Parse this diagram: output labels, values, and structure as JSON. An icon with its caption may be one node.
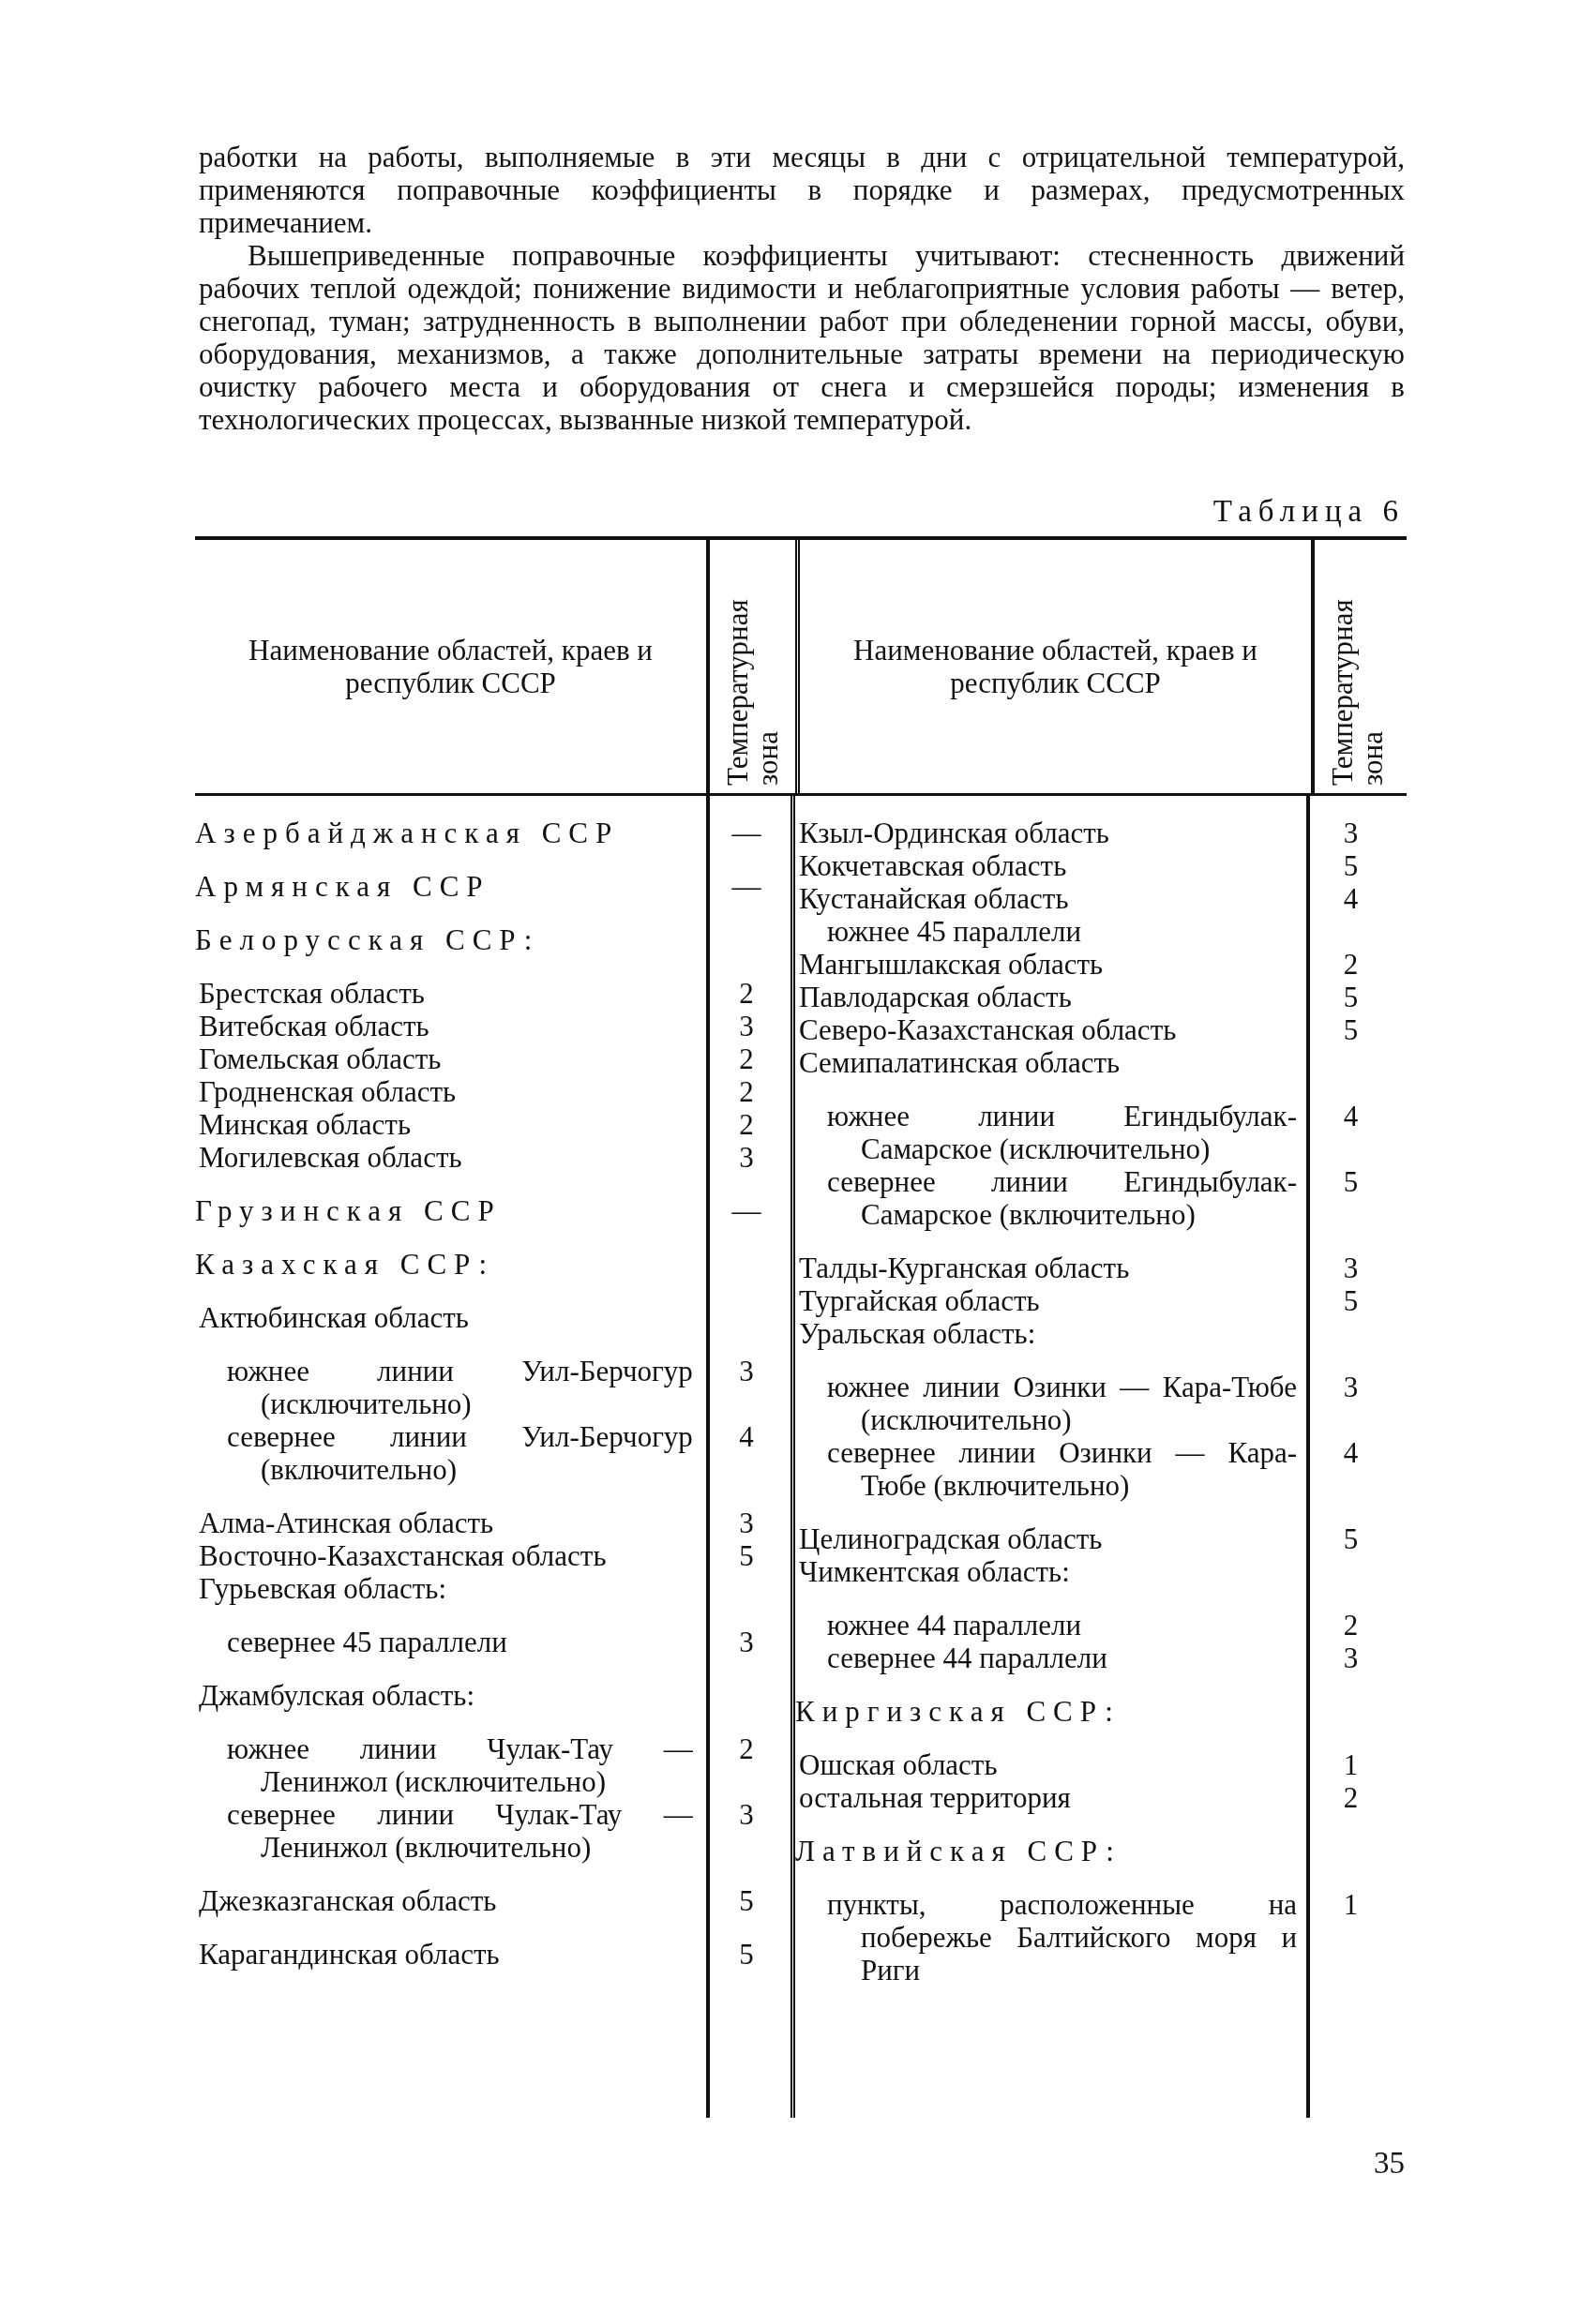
{
  "diagram": {
    "labels": [
      "работки на работы, выполняемые в эти месяцы в дни с отрицательной температурой, применяются поправочные коэффициенты в порядке и размерах, предусмотренных примечанием.",
      "Вышеприведенные поправочные коэффициенты учитывают: стесненность движений рабочих теплой одеждой; понижение видимости и неблагоприятные условия работы — ветер, снегопад, туман; затрудненность в выполнении работ при обледенении горной массы, обуви, оборудования, механизмов, а также дополнительные затраты времени на периодическую очистку рабочего места и оборудования от снега и смерзшейся породы; изменения в технологических процессах, вызванные низкой температурой.",
      "Таблица 6",
      "Наименование областей, краев и республик СССР",
      "Температурная зона",
      "Наименование областей, краев и республик СССР",
      "Температурная зона",
      "Азербайджанская ССР",
      "—",
      "Армянская ССР",
      "—",
      "Белорусская ССР:",
      "Брестская область",
      "2",
      "Витебская область",
      "3",
      "Гомельская область",
      "2",
      "Гродненская область",
      "2",
      "Минская область",
      "2",
      "Могилевская область",
      "3",
      "Грузинская ССР",
      "—",
      "Казахская ССР:",
      "Актюбинская область",
      "южнее линии Уил-Берчогур (исключительно)",
      "3",
      "севернее линии Уил-Берчогур (включительно)",
      "4",
      "Алма-Атинская область",
      "3",
      "Восточно-Казахстанская область",
      "5",
      "Гурьевская область:",
      "севернее 45 параллели",
      "3",
      "Джамбулская область:",
      "южнее линии Чулак-Тау — Ленинжол (исключительно)",
      "2",
      "севернее линии Чулак-Тау — Ленинжол (включительно)",
      "3",
      "Джезказганская область",
      "5",
      "Карагандинская область",
      "5",
      "Кзыл-Ординская область",
      "3",
      "Кокчетавская область",
      "5",
      "Кустанайская область",
      "4",
      "южнее 45 параллели",
      "Мангышлакская область",
      "2",
      "Павлодарская область",
      "5",
      "Северо-Казахстанская область",
      "5",
      "Семипалатинская область",
      "южнее линии Егиндыбулак-Самарское (исключительно)",
      "4",
      "севернее линии Егиндыбулак-Самарское (включительно)",
      "5",
      "Талды-Курганская область",
      "3",
      "Тургайская область",
      "5",
      "Уральская область:",
      "южнее линии Озинки — Кара-Тюбе (исключительно)",
      "3",
      "севернее линии Озинки — Кара-Тюбе (включительно)",
      "4",
      "Целиноградская область",
      "5",
      "Чимкентская область:",
      "южнее 44 параллели",
      "2",
      "севернее 44 параллели",
      "3",
      "Киргизская ССР:",
      "Ошская область",
      "1",
      "остальная территория",
      "2",
      "Латвийская ССР:",
      "пункты, расположенные на побережье Балтийского моря и Риги",
      "1",
      "35"
    ]
  }
}
